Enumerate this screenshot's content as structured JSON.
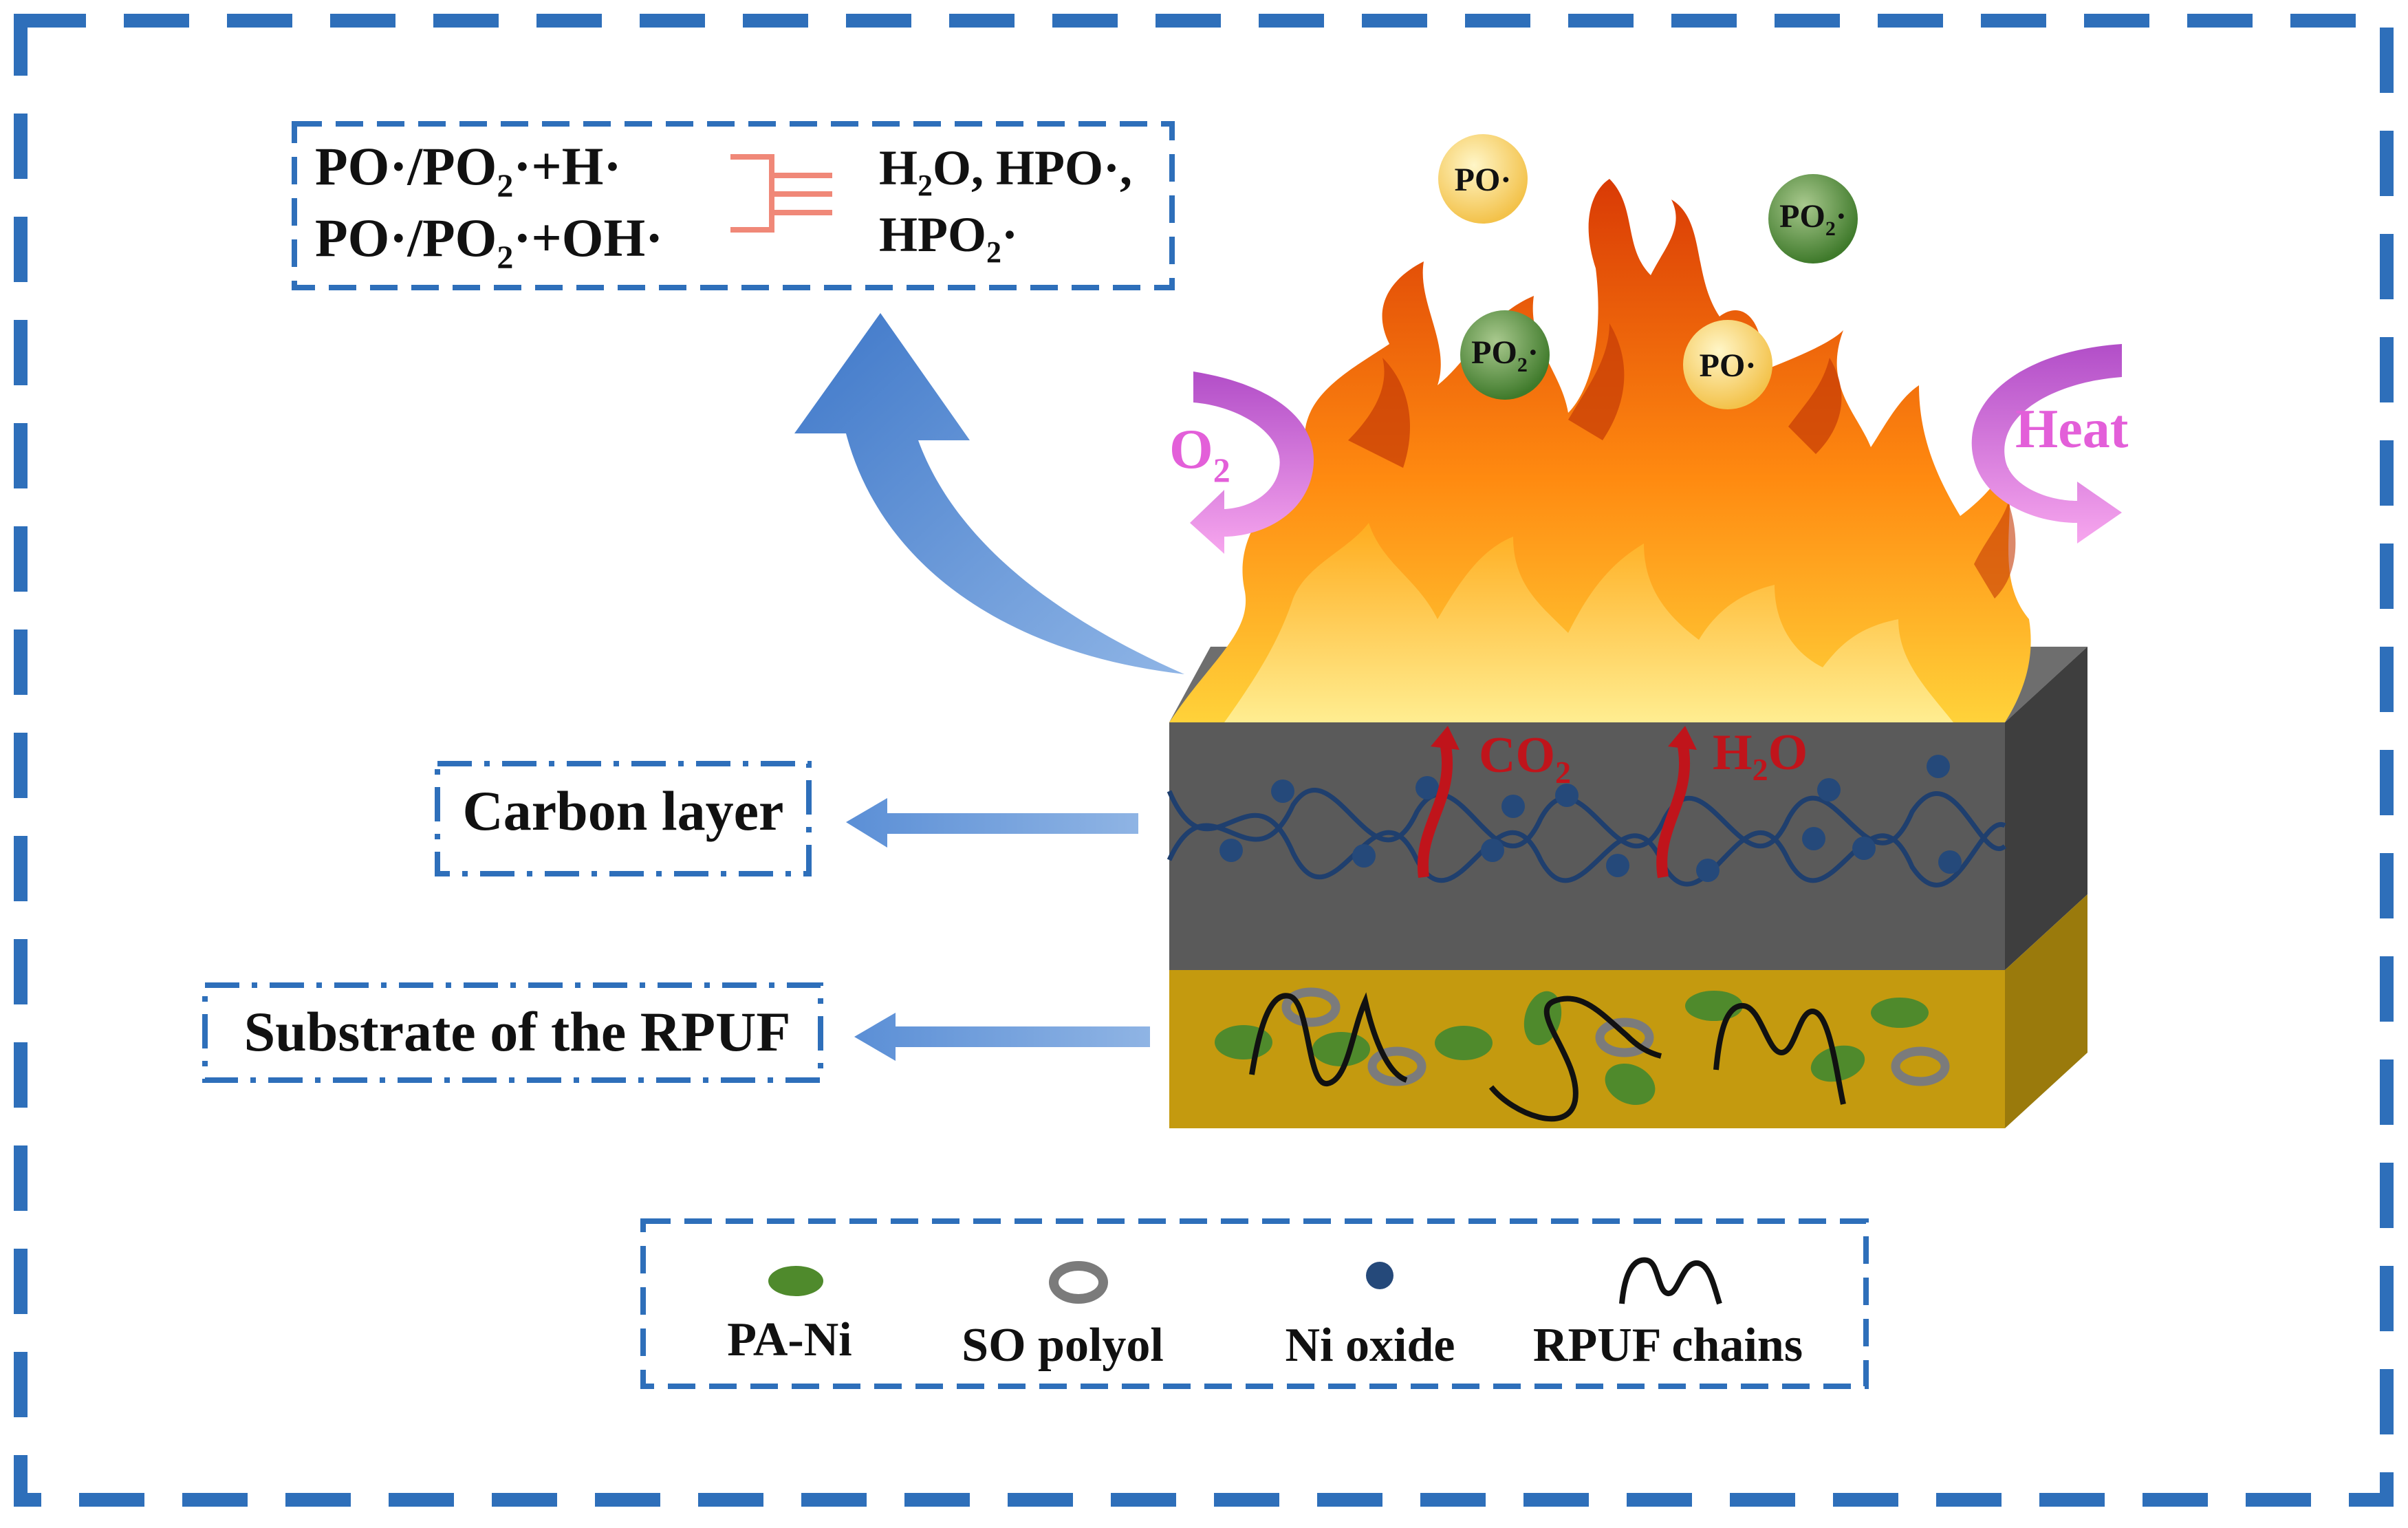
{
  "reactions": {
    "left_line1_a": "PO·/PO",
    "left_line1_sub": "2",
    "left_line1_b": "·+H·",
    "left_line2_a": "PO·/PO",
    "left_line2_sub": "2",
    "left_line2_b": "·+OH·",
    "right_line1_a": "H",
    "right_line1_sub": "2",
    "right_line1_b": "O, HPO·,",
    "right_line2_a": "HPO",
    "right_line2_sub": "2",
    "right_line2_b": "·"
  },
  "radicals": {
    "po": "PO·",
    "po2_a": "PO",
    "po2_sub": "2",
    "po2_b": "·"
  },
  "gases": {
    "o2_a": "O",
    "o2_sub": "2",
    "heat": "Heat",
    "co2_a": "CO",
    "co2_sub": "2",
    "h2o_a": "H",
    "h2o_sub": "2",
    "h2o_b": "O"
  },
  "layers": {
    "carbon": "Carbon layer",
    "substrate": "Substrate of the RPUF"
  },
  "legend": {
    "items": [
      {
        "label": "PA-Ni",
        "icon": "green-ellipse"
      },
      {
        "label": "SO polyol",
        "icon": "gray-ring"
      },
      {
        "label": "Ni oxide",
        "icon": "blue-dot"
      },
      {
        "label": "RPUF chains",
        "icon": "black-wave"
      }
    ]
  },
  "colors": {
    "frame": "#2e6fba",
    "big_arrow": "#4f86d0",
    "carbon_front": "#5a5a5a",
    "carbon_top": "#6e6e6e",
    "carbon_side": "#3e3e3e",
    "substrate_front": "#c49a0f",
    "substrate_side": "#9a7a0c",
    "pa_ni": "#4f8a2c",
    "so_polyol": "#7b7b7b",
    "ni_oxide": "#25497a",
    "rpuf_chain": "#111111",
    "co2_h2o": "#c0141b",
    "heat_o2": "#e35fd9",
    "bracket": "#f08878"
  }
}
